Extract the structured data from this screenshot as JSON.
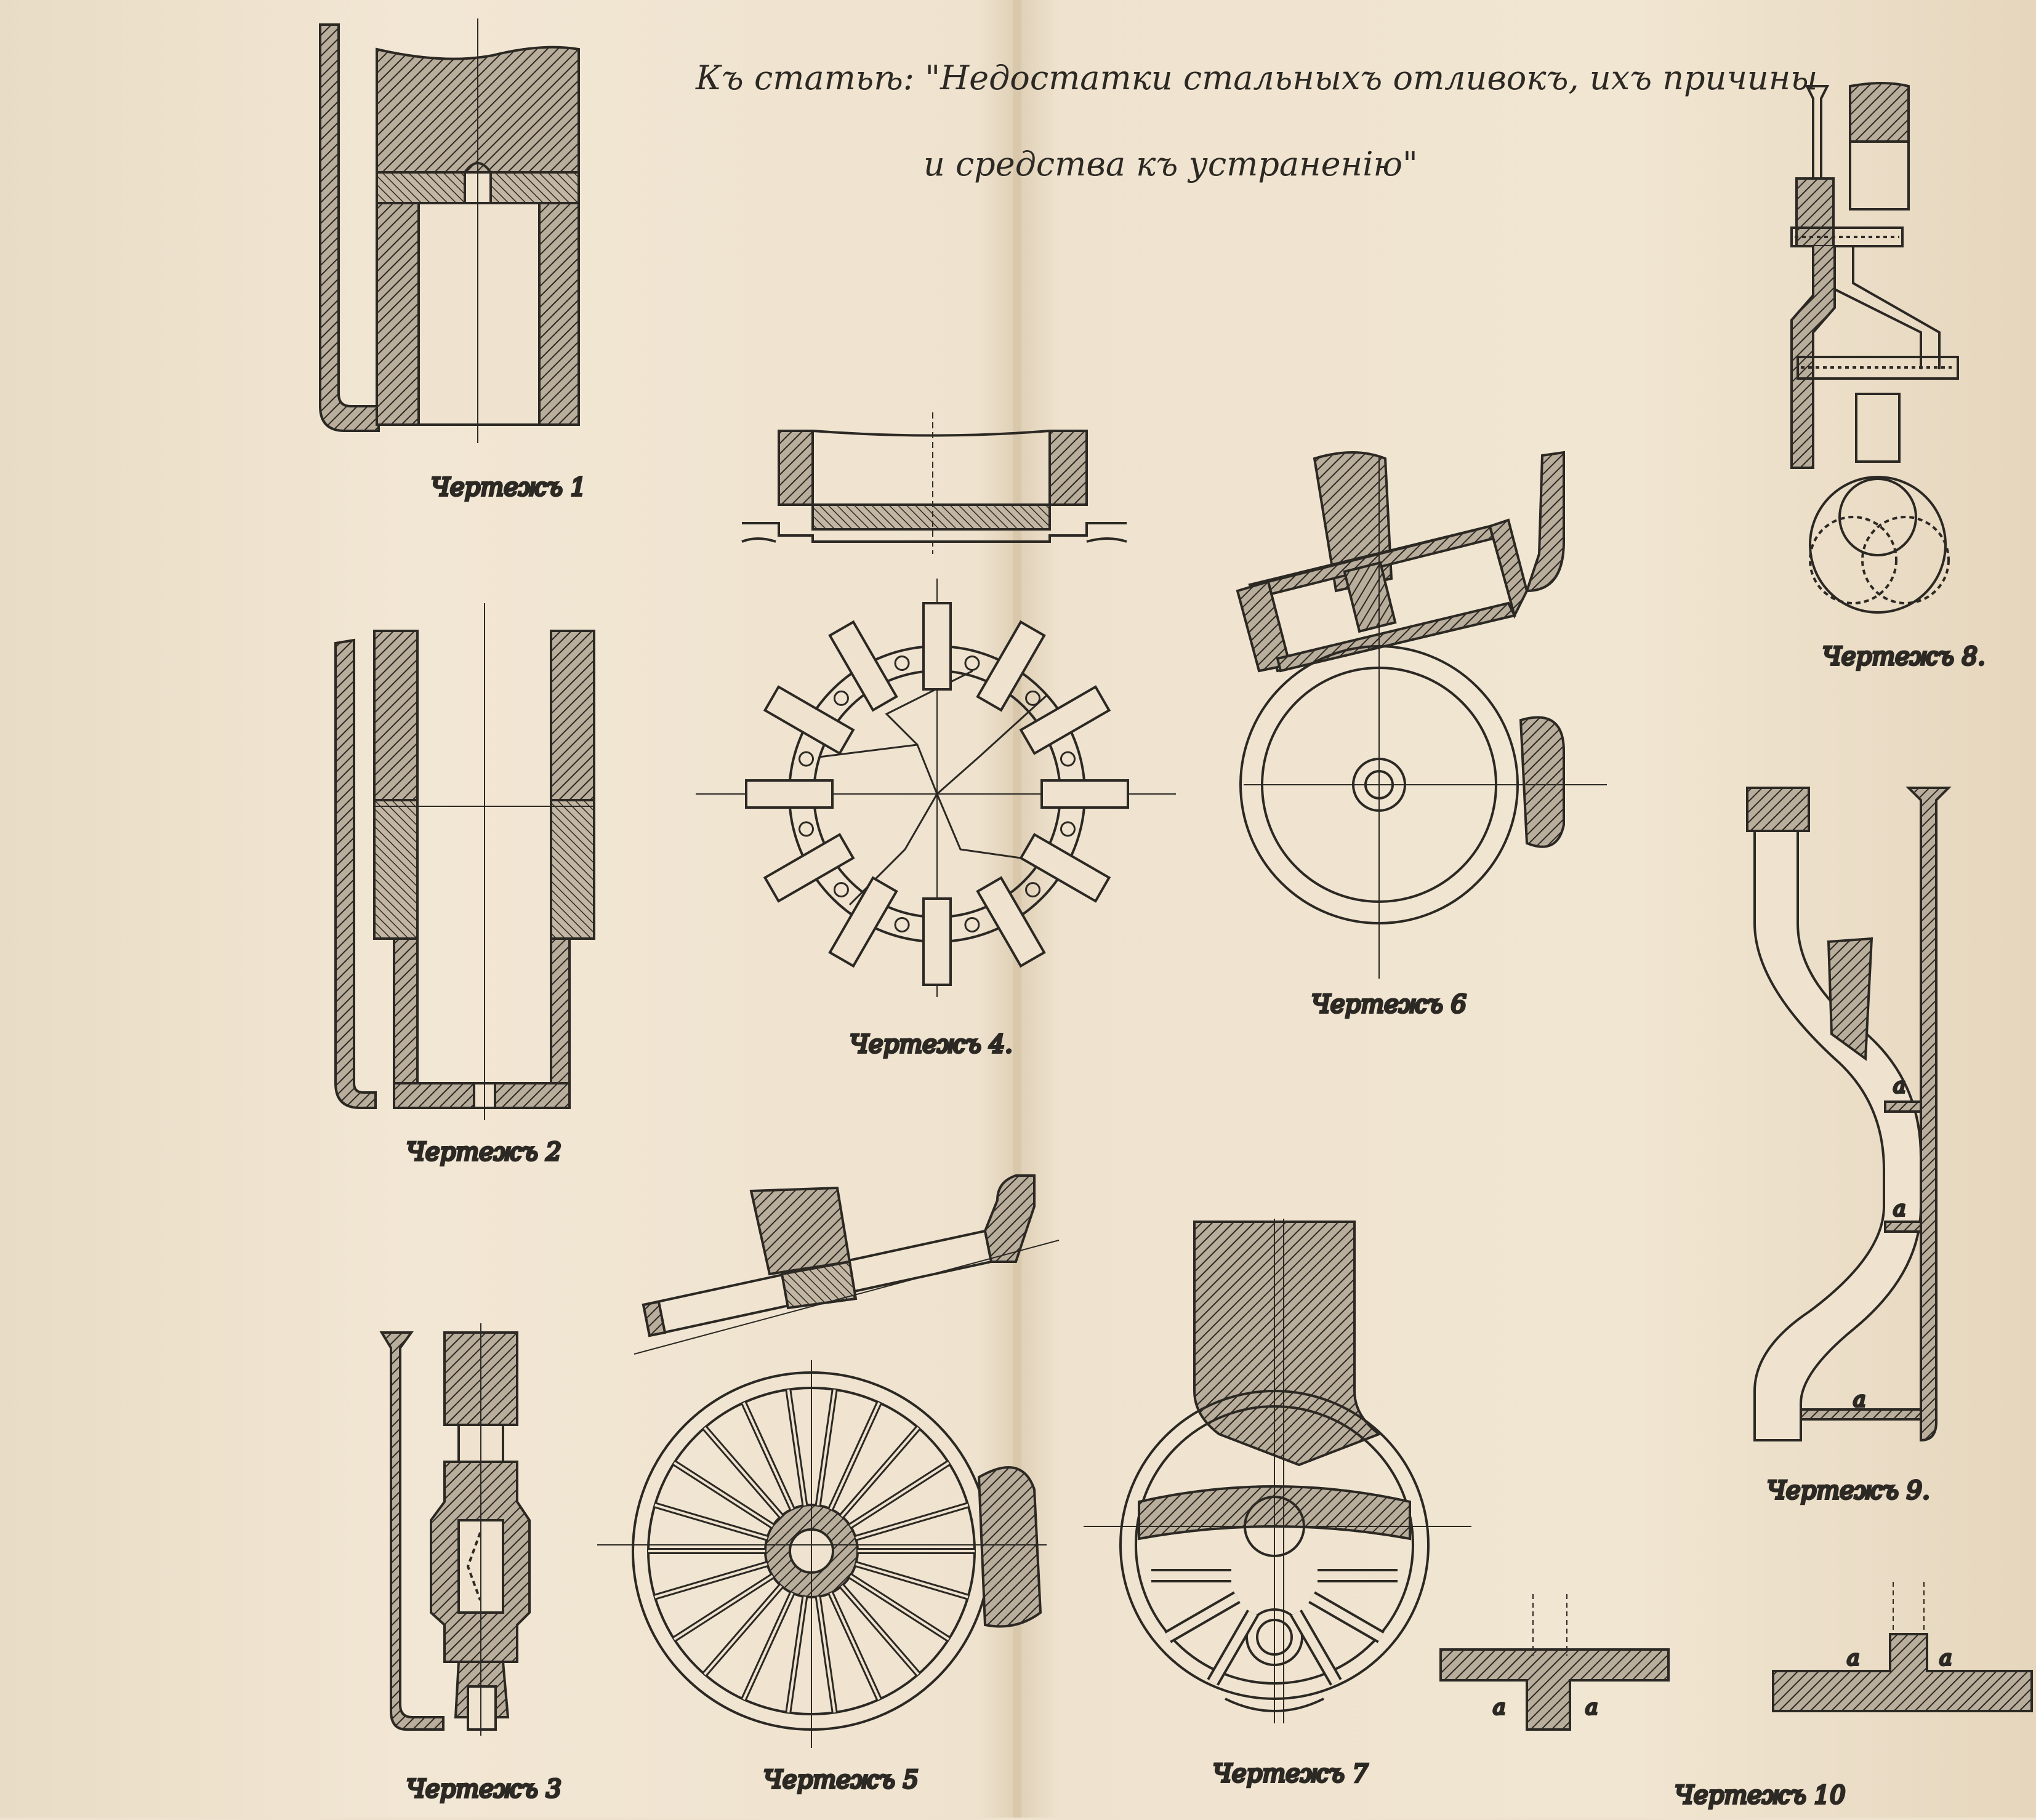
{
  "title": {
    "line1": "Къ статьѣ: \"Недостатки стальныхъ отливокъ, ихъ причины",
    "line2": "и средства къ устраненію\""
  },
  "figures": [
    {
      "id": "fig1",
      "label": "Чертежъ 1"
    },
    {
      "id": "fig2",
      "label": "Чертежъ 2"
    },
    {
      "id": "fig3",
      "label": "Чертежъ 3"
    },
    {
      "id": "fig4",
      "label": "Чертежъ 4."
    },
    {
      "id": "fig5",
      "label": "Чертежъ 5"
    },
    {
      "id": "fig6",
      "label": "Чертежъ 6"
    },
    {
      "id": "fig7",
      "label": "Чертежъ 7"
    },
    {
      "id": "fig8",
      "label": "Чертежъ 8."
    },
    {
      "id": "fig9",
      "label": "Чертежъ 9."
    },
    {
      "id": "fig10",
      "label": "Чертежъ 10"
    }
  ],
  "annotations": {
    "a": "a"
  },
  "colors": {
    "paper": "#efe3cf",
    "ink": "#2c2924",
    "fold": "#dcc9ad"
  }
}
